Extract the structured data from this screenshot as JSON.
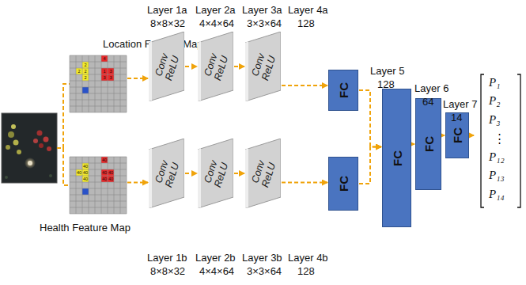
{
  "diagram": {
    "nodes": [
      {
        "text": [
          "Location Feature Map"
        ]
      },
      {
        "text": [
          "Conv ReLU"
        ]
      },
      {
        "text": [
          "Conv ReLU"
        ]
      },
      {
        "text": [
          "Conv ReLU"
        ]
      },
      {
        "text": [
          "FC"
        ]
      },
      {
        "text": [
          "Health Feature Map"
        ]
      },
      {
        "text": [
          "Conv ReLU"
        ]
      },
      {
        "text": [
          "Conv ReLU"
        ]
      },
      {
        "text": [
          "Conv ReLU"
        ]
      },
      {
        "text": [
          "FC"
        ]
      },
      {
        "text": [
          "FC"
        ]
      },
      {
        "text": [
          "FC"
        ]
      },
      {
        "text": [
          "FC"
        ]
      },
      {
        "text": [
          "P₁",
          "P₂",
          "P₃",
          "⋮",
          "P₁₂",
          "P₁₃",
          "P₁₄"
        ]
      }
    ],
    "edges": [
      {
        "from": 0,
        "to": 1,
        "arrow": "to"
      },
      {
        "from": 1,
        "to": 2,
        "arrow": "to"
      },
      {
        "from": 2,
        "to": 3,
        "arrow": "to"
      },
      {
        "from": 3,
        "to": 4,
        "arrow": "to"
      },
      {
        "from": 5,
        "to": 6,
        "arrow": "to"
      },
      {
        "from": 6,
        "to": 7,
        "arrow": "to"
      },
      {
        "from": 7,
        "to": 8,
        "arrow": "to"
      },
      {
        "from": 8,
        "to": 9,
        "arrow": "to"
      },
      {
        "from": 4,
        "to": 10,
        "arrow": "to"
      },
      {
        "from": 9,
        "to": 10,
        "arrow": "to"
      },
      {
        "from": 10,
        "to": 11,
        "arrow": "to"
      },
      {
        "from": 11,
        "to": 12,
        "arrow": "to"
      },
      {
        "from": 12,
        "to": 13,
        "arrow": "to"
      }
    ],
    "labels": [
      "Layer 1a",
      "Layer 2a",
      "Layer 3a",
      "Layer 4a",
      "8×8×32",
      "4×4×64",
      "3×3×64",
      "128",
      "Layer 5",
      "128",
      "Layer 6",
      "64",
      "Layer 7",
      "14",
      "Layer 1b",
      "Layer 2b",
      "Layer 3b",
      "Layer 4b",
      "8×8×32",
      "4×4×64",
      "3×3×64",
      "128",
      "2",
      "2",
      "2",
      "2",
      "4",
      "1",
      "3",
      "3",
      "3",
      "40",
      "40",
      "40",
      "40",
      "40",
      "40",
      "40",
      "40",
      "40"
    ]
  }
}
